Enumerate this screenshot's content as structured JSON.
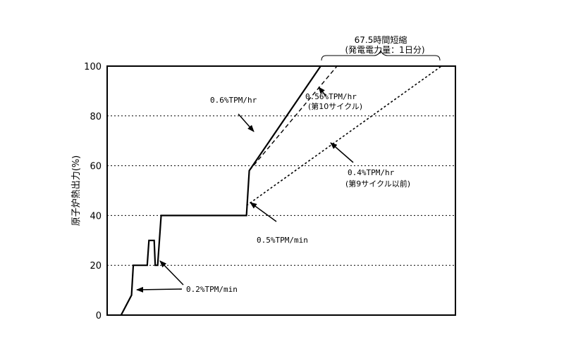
{
  "chart_data": {
    "type": "line",
    "ylabel": "原子炉熱出力(%)",
    "ylim": [
      0,
      100
    ],
    "yticks": [
      0,
      20,
      40,
      60,
      80,
      100
    ],
    "grid": "horizontal dotted",
    "series": [
      {
        "style": "solid-thick",
        "points": [
          [
            0.04,
            0
          ],
          [
            0.07,
            8
          ],
          [
            0.075,
            20
          ],
          [
            0.115,
            20
          ],
          [
            0.12,
            30
          ],
          [
            0.135,
            30
          ],
          [
            0.138,
            20
          ],
          [
            0.145,
            20
          ],
          [
            0.155,
            40
          ],
          [
            0.4,
            40
          ],
          [
            0.408,
            58
          ],
          [
            0.613,
            100
          ]
        ]
      },
      {
        "style": "dashed",
        "points": [
          [
            0.408,
            58
          ],
          [
            0.66,
            100
          ]
        ]
      },
      {
        "style": "dotted",
        "points": [
          [
            0.4,
            44
          ],
          [
            0.96,
            100
          ]
        ]
      }
    ],
    "annotations": [
      {
        "key": "a1",
        "line1": "0.6%TPM/hr",
        "line2": ""
      },
      {
        "key": "a2",
        "line1": "0.56%TPM/hr",
        "line2": "(第10サイクル)"
      },
      {
        "key": "a3",
        "line1": "0.4%TPM/hr",
        "line2": "(第9サイクル以前)"
      },
      {
        "key": "a4",
        "line1": "0.5%TPM/min",
        "line2": ""
      },
      {
        "key": "a5",
        "line1": "0.2%TPM/min",
        "line2": ""
      }
    ],
    "bracket_label": {
      "line1": "67.5時間短縮",
      "line2": "(発電電力量：1日分)"
    }
  }
}
